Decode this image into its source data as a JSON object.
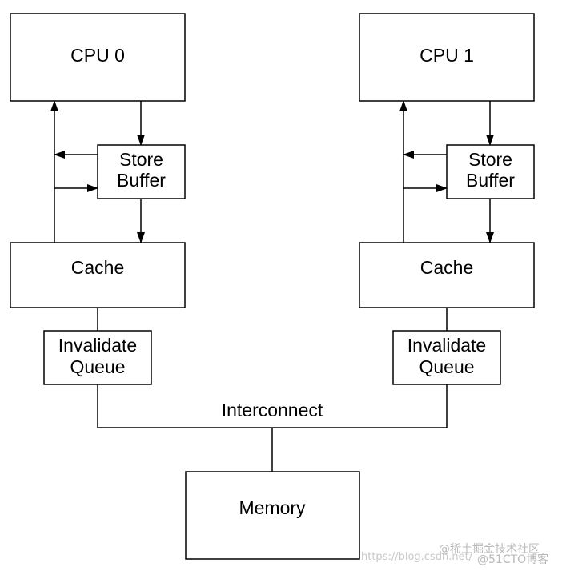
{
  "diagram": {
    "cpu0": {
      "label": "CPU 0"
    },
    "cpu1": {
      "label": "CPU 1"
    },
    "store_buffer0": {
      "line1": "Store",
      "line2": "Buffer"
    },
    "store_buffer1": {
      "line1": "Store",
      "line2": "Buffer"
    },
    "cache0": {
      "label": "Cache"
    },
    "cache1": {
      "label": "Cache"
    },
    "invalidate_queue0": {
      "line1": "Invalidate",
      "line2": "Queue"
    },
    "invalidate_queue1": {
      "line1": "Invalidate",
      "line2": "Queue"
    },
    "interconnect": {
      "label": "Interconnect"
    },
    "memory": {
      "label": "Memory"
    }
  },
  "watermark": {
    "url": "https://blog.csdn.net/",
    "site1": "@稀土掘金技术社区",
    "site2": "@51CTO博客"
  }
}
